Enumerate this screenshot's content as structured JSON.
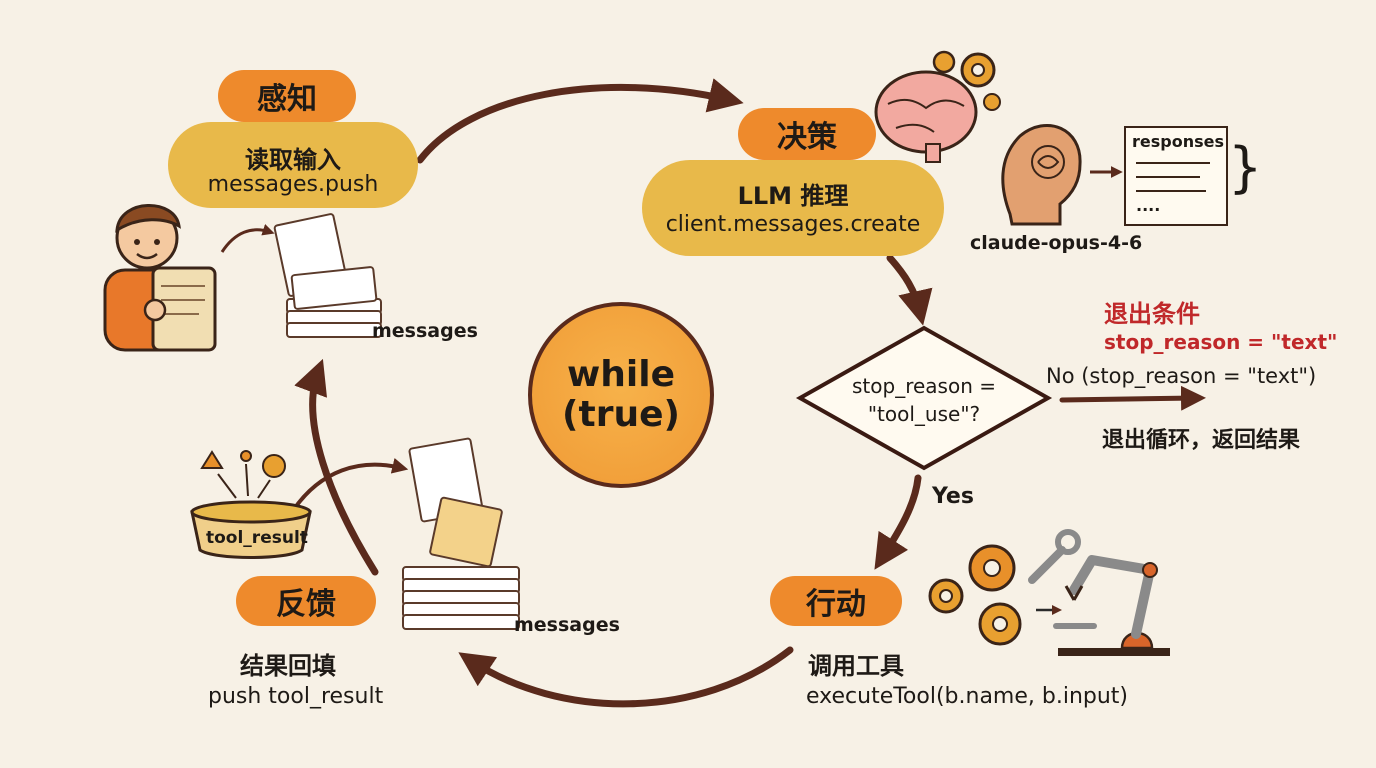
{
  "center": {
    "line1": "while",
    "line2": "(true)"
  },
  "perceive": {
    "title": "感知",
    "subtitle": "读取输入",
    "code": "messages.push",
    "doc_label": "messages"
  },
  "decide": {
    "title": "决策",
    "subtitle": "LLM 推理",
    "code": "client.messages.create",
    "model_label": "claude-opus-4-6",
    "responses_label": "responses",
    "responses_ellipsis": "...."
  },
  "condition": {
    "line1": "stop_reason =",
    "line2": "\"tool_use\"?",
    "yes_label": "Yes",
    "no_label": "No (stop_reason = \"text\")",
    "exit_title": "退出条件",
    "exit_code": "stop_reason = \"text\"",
    "exit_action": "退出循环，返回结果"
  },
  "act": {
    "title": "行动",
    "subtitle": "调用工具",
    "code": "executeTool(b.name, b.input)"
  },
  "feedback": {
    "title": "反馈",
    "subtitle": "结果回填",
    "code": "push tool_result",
    "bowl_label": "tool_result",
    "doc_label": "messages"
  },
  "colors": {
    "background": "#f7f1e6",
    "arrow": "#5a2a1c",
    "pill_orange": "#ee8a2c",
    "blob_yellow": "#e8b94a",
    "exit_red": "#c0282a"
  }
}
